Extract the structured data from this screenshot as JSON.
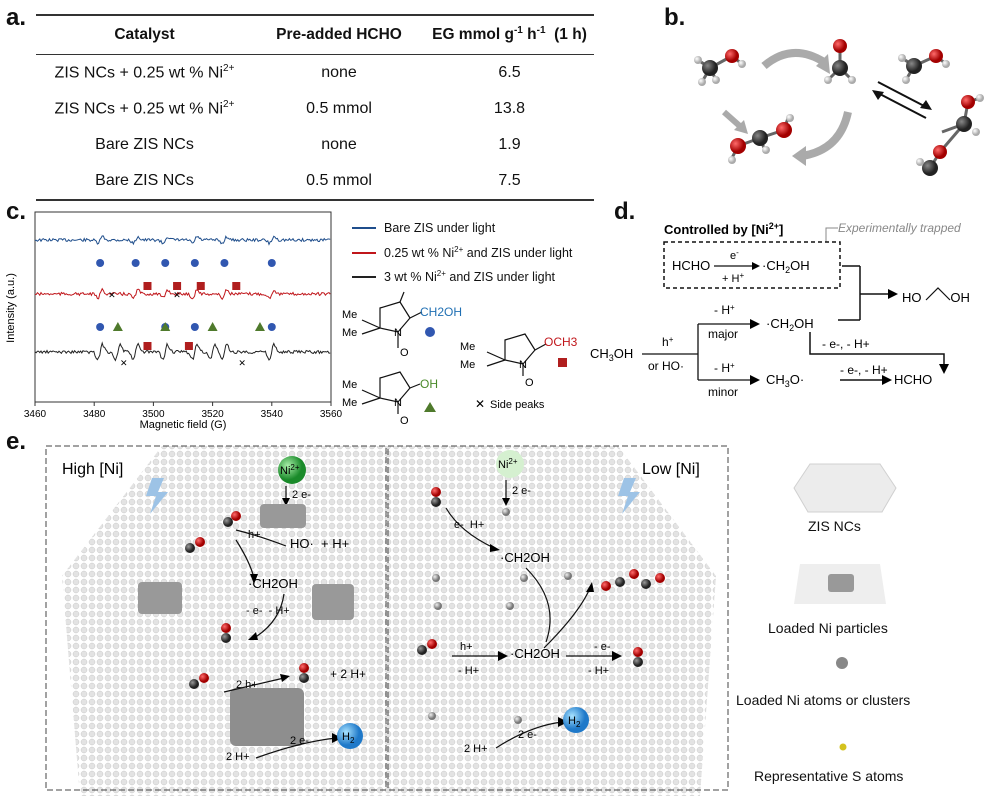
{
  "panel_a": {
    "label": "a.",
    "headers": [
      "Catalyst",
      "Pre-added HCHO",
      "EG mmol g-1 h-1  (1 h)"
    ],
    "header_eg": {
      "main": "EG mmol g",
      "sup1": "-1",
      "mid": " h",
      "sup2": "-1",
      "tail": "  (1 h)"
    },
    "rows": [
      {
        "catalyst": "ZIS NCs + 0.25 wt % Ni",
        "sup": "2+",
        "hcho": "none",
        "eg": "6.5"
      },
      {
        "catalyst": "ZIS NCs + 0.25 wt % Ni",
        "sup": "2+",
        "hcho": "0.5 mmol",
        "eg": "13.8"
      },
      {
        "catalyst": "Bare ZIS NCs",
        "sup": "",
        "hcho": "none",
        "eg": "1.9"
      },
      {
        "catalyst": "Bare ZIS NCs",
        "sup": "",
        "hcho": "0.5 mmol",
        "eg": "7.5"
      }
    ]
  },
  "panel_b": {
    "label": "b."
  },
  "panel_c": {
    "label": "c.",
    "ylabel": "Intensity (a.u.)",
    "xlabel": "Magnetic field (G)",
    "xticks": [
      "3460",
      "3480",
      "3500",
      "3520",
      "3540",
      "3560"
    ],
    "legend": [
      {
        "label": "Bare ZIS under light",
        "color": "#1f4e8c"
      },
      {
        "label": "0.25 wt % Ni2+ and ZIS under light",
        "color": "#c0161b"
      },
      {
        "label": "3 wt % Ni2+ and ZIS under light",
        "color": "#222222"
      }
    ],
    "adducts": {
      "ch2oh": "CH2OH",
      "och3": "OCH3",
      "oh": "OH",
      "me": "Me",
      "n": "N",
      "o": "O",
      "side": "Side peaks"
    }
  },
  "chart_data": {
    "type": "line",
    "title": "",
    "xlabel": "Magnetic field (G)",
    "ylabel": "Intensity (a.u.)",
    "xlim": [
      3460,
      3560
    ],
    "series": [
      {
        "name": "Bare ZIS under light",
        "markers": "CH2OH adduct",
        "peaks": [
          3482,
          3494,
          3504,
          3514,
          3524,
          3540
        ]
      },
      {
        "name": "0.25 wt % Ni2+ and ZIS under light",
        "markers": "CH2OH and OCH3 adducts",
        "peaks": [
          3482,
          3494,
          3504,
          3514,
          3524,
          3540
        ]
      },
      {
        "name": "3 wt % Ni2+ and ZIS under light",
        "markers": "CH2OH, OCH3 and OH adducts",
        "peaks": [
          3482,
          3488,
          3494,
          3504,
          3514,
          3520,
          3524,
          3540
        ]
      }
    ]
  },
  "panel_d": {
    "label": "d.",
    "controlled": "Controlled by [Ni",
    "controlled_sup": "2+",
    "controlled_end": "]",
    "trapped": "Experimentally trapped",
    "hcho": "HCHO",
    "e_minus": "e",
    "plus_h": "+ H",
    "minus_h": "- H",
    "major": "major",
    "minor": "minor",
    "ch3oh": "CH3OH",
    "h_plus": "h",
    "or_ho": "or HO·",
    "ch2oh": "·CH2OH",
    "ch3o": "CH3O·",
    "eg": "HO        OH",
    "step": "- e-, - H+",
    "hcho_end": "HCHO"
  },
  "panel_e": {
    "label": "e.",
    "high": "High [Ni]",
    "low": "Low [Ni]",
    "ni2": "Ni2+",
    "h2": "H2",
    "legend": [
      {
        "label": "ZIS NCs"
      },
      {
        "label": "Loaded Ni particles"
      },
      {
        "label": "Loaded Ni atoms or clusters"
      },
      {
        "label": "Representative S atoms"
      }
    ],
    "texts": {
      "two_e": "2 e-",
      "h_plus": "h+",
      "ho_h": "HO·  + H+",
      "ch2oh": "·CH2OH",
      "e_h": "- e-  - H+",
      "two_h_plus": "2 h+",
      "plus_2h": "+ 2 H+",
      "two_h": "2 H+",
      "e_h_low": "e-  H+",
      "h_plus_low": "h+",
      "minus_h_low": "- H+",
      "minus_e": "- e-",
      "minus_h2": "- H+"
    }
  }
}
